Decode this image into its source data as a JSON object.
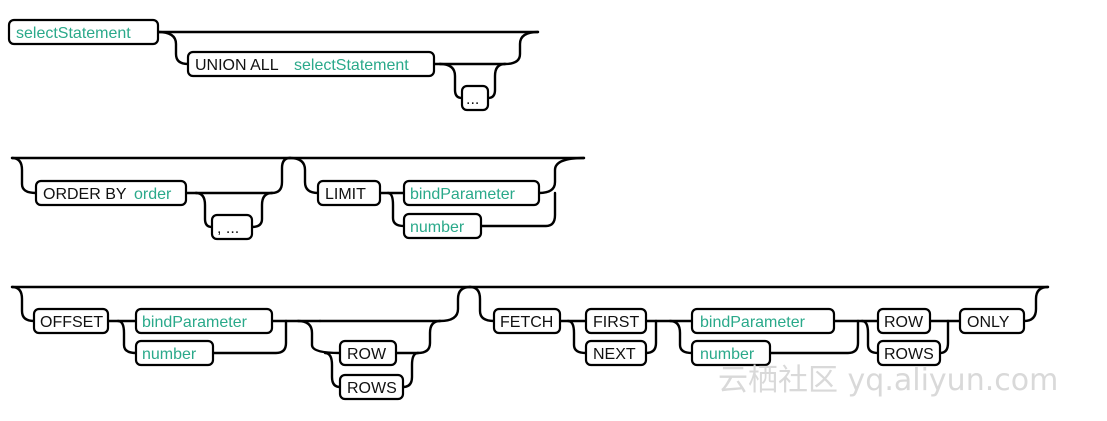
{
  "row1": {
    "selectStatement": "selectStatement",
    "union_all_kw": "UNION ALL",
    "union_all_nt": "selectStatement",
    "repeat": "..."
  },
  "row2": {
    "order_by_kw": "ORDER BY",
    "order_by_nt": "order",
    "repeat": ", ...",
    "limit": "LIMIT",
    "bind_parameter": "bindParameter",
    "number": "number"
  },
  "row3": {
    "offset": "OFFSET",
    "bind_parameter": "bindParameter",
    "number": "number",
    "row": "ROW",
    "rows": "ROWS",
    "fetch": "FETCH",
    "first": "FIRST",
    "next": "NEXT",
    "fetch_bind_parameter": "bindParameter",
    "fetch_number": "number",
    "fetch_row": "ROW",
    "fetch_rows": "ROWS",
    "only": "ONLY"
  },
  "watermark": "云栖社区 yq.aliyun.com",
  "colors": {
    "keyword": "#111111",
    "nonterminal": "#2aa98a",
    "line": "#000000"
  }
}
